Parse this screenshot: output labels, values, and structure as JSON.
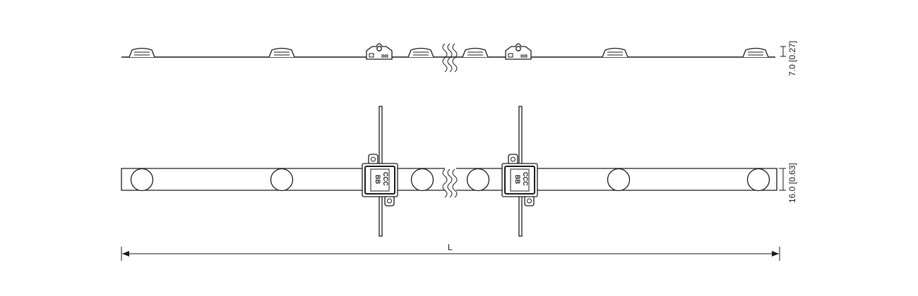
{
  "dimensions": {
    "height_side": "7.0 [0.27]",
    "width_top": "16.0 [0.63]",
    "length": "L"
  },
  "connector": {
    "text_upper": "CCC",
    "text_lower": "BB"
  },
  "colors": {
    "line": "#1a1a1a",
    "background": "#ffffff"
  }
}
